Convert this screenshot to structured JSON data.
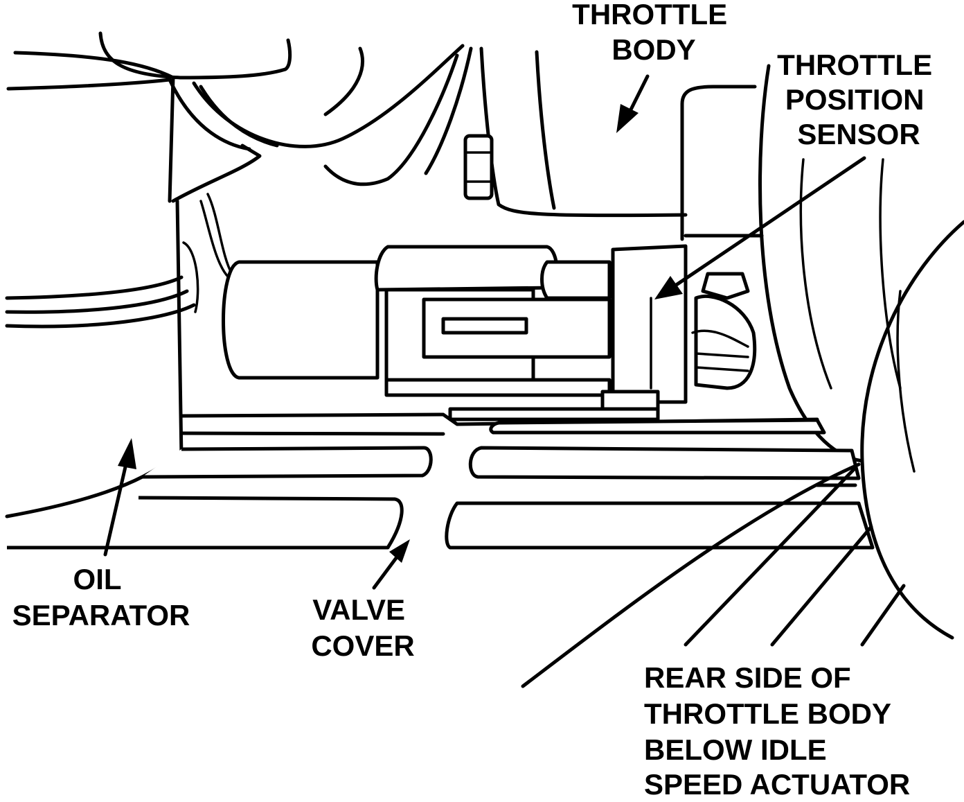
{
  "labels": {
    "throttle_body": [
      "THROTTLE",
      "BODY"
    ],
    "throttle_position_sensor": [
      "THROTTLE",
      "POSITION",
      "SENSOR"
    ],
    "oil_separator": [
      "OIL",
      "SEPARATOR"
    ],
    "valve_cover": [
      "VALVE",
      "COVER"
    ],
    "rear_side": [
      "REAR SIDE OF",
      "THROTTLE BODY",
      "BELOW IDLE",
      "SPEED ACTUATOR"
    ]
  }
}
